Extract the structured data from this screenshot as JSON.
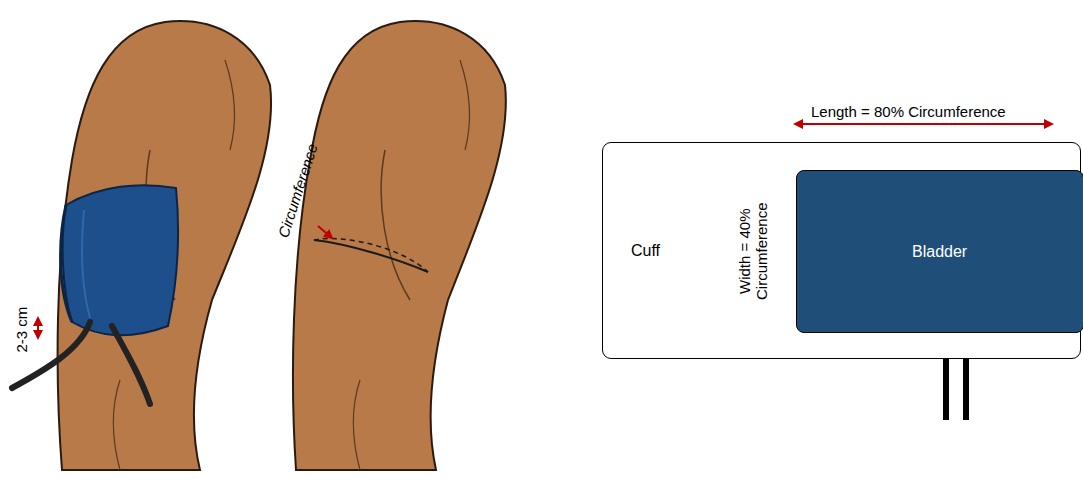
{
  "diagram": {
    "nodes": [
      {
        "text": [
          "Cuff"
        ]
      },
      {
        "text": [
          "Bladder"
        ],
        "in": 0
      }
    ],
    "labels": [
      "2-3 cm",
      "Circumference",
      "Length = 80% Circumference",
      "Width = 40% Circumference"
    ]
  }
}
